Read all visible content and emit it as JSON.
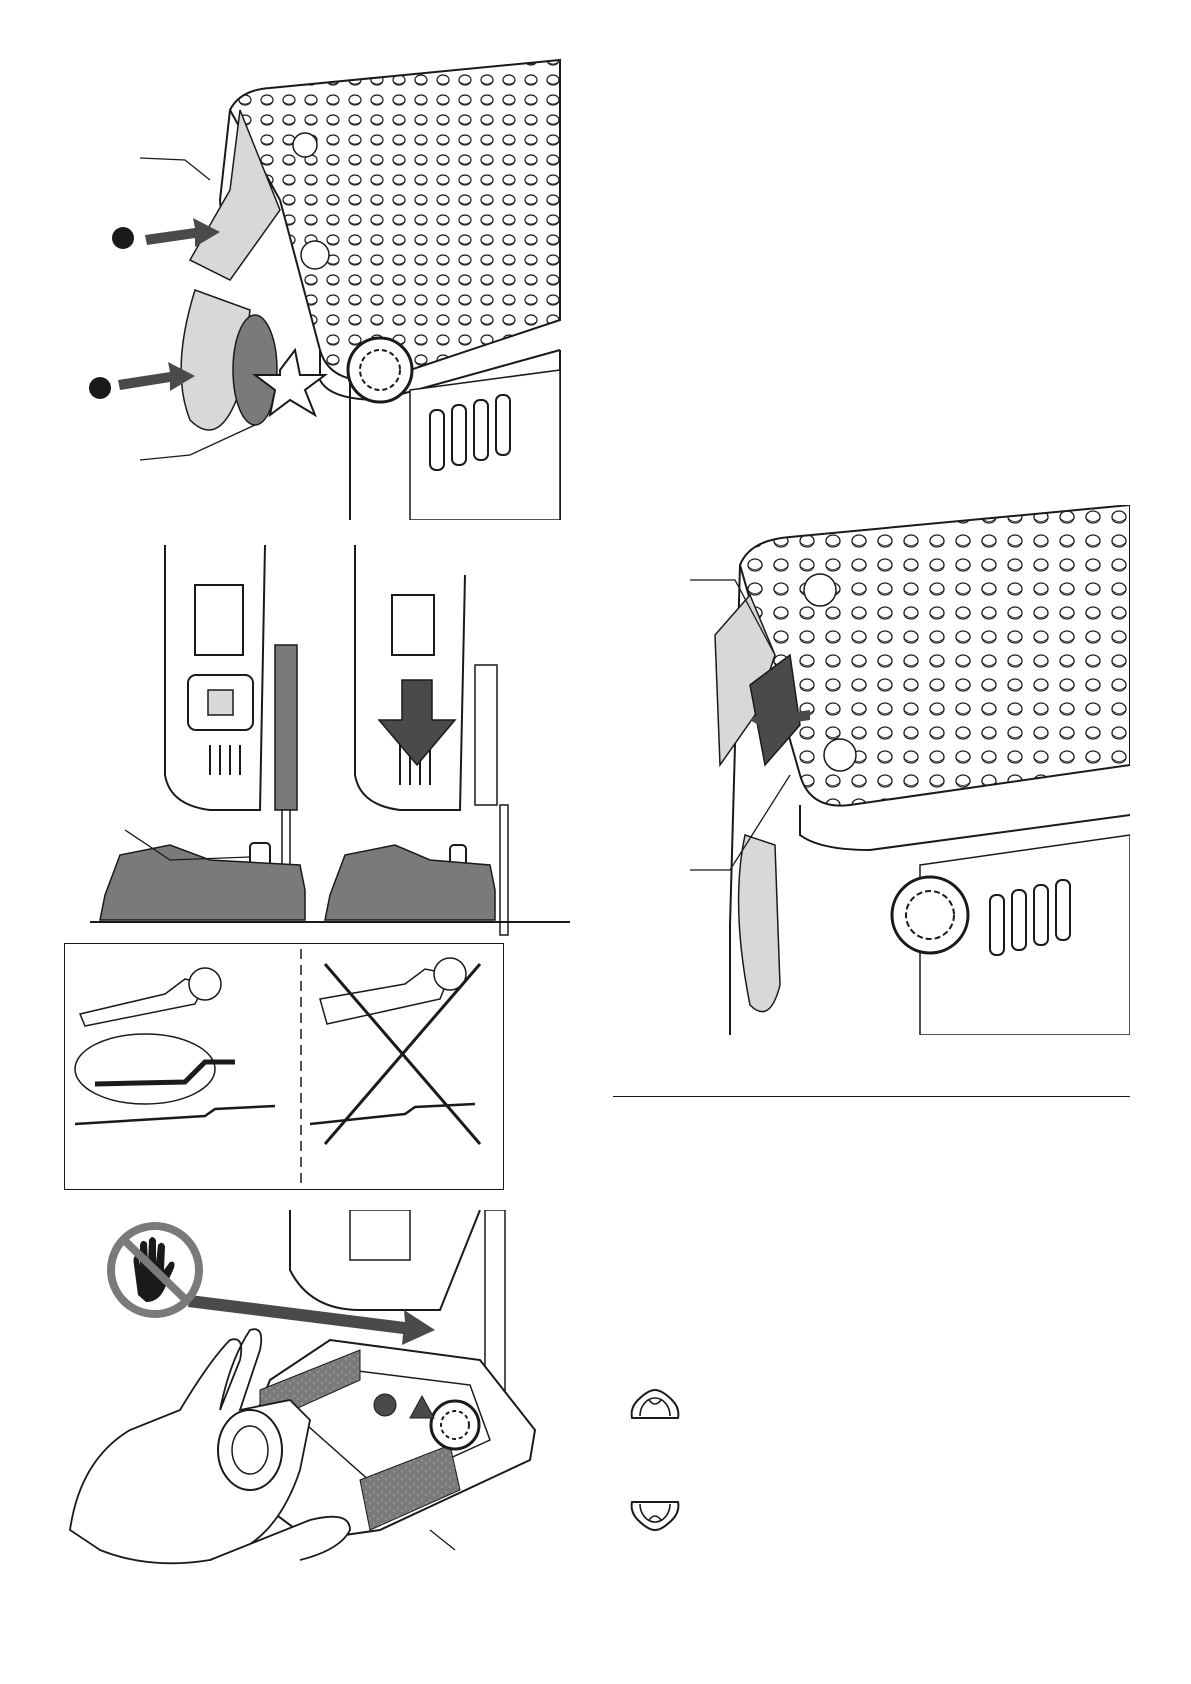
{
  "page": {
    "ink_color": "#1a1a1a",
    "gray_fill": "#7a7a7a",
    "light_fill": "#d8d8d8",
    "dark_fill": "#4a4a4a"
  },
  "figures": [
    {
      "id": "fig-blade-insertion",
      "icons": [
        "arrow-icon",
        "burst-icon",
        "callout-dot-icon",
        "callout-dot-icon"
      ]
    },
    {
      "id": "fig-depth-stop",
      "icons": [
        "down-arrow-icon",
        "depth-knob-icon"
      ]
    },
    {
      "id": "fig-blade-correct-incorrect",
      "icons": [
        "cross-out-icon"
      ]
    },
    {
      "id": "fig-blade-mounted",
      "icons": [
        "arrow-icon",
        "knob-icon"
      ]
    },
    {
      "id": "fig-hand-warning",
      "icons": [
        "no-hand-icon",
        "warning-triangle-icon"
      ]
    }
  ],
  "legend_icons": [
    "cap-up-icon",
    "cap-down-icon"
  ]
}
